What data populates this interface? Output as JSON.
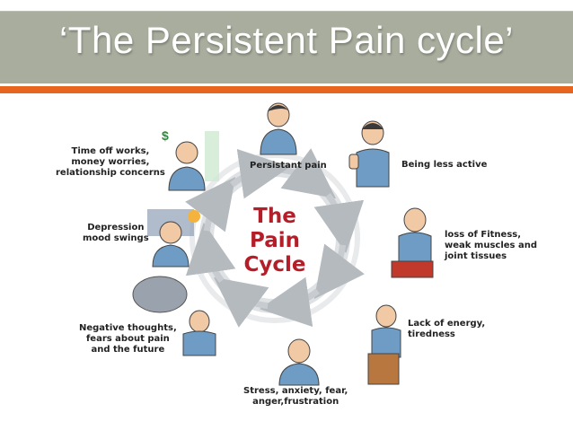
{
  "slide": {
    "title": "‘The Persistent Pain cycle’"
  },
  "diagram": {
    "center_title": "The\nPain\nCycle",
    "stages": [
      {
        "label": "Persistant pain"
      },
      {
        "label": "Being less active"
      },
      {
        "label": "loss of Fitness,\nweak muscles and\njoint tissues"
      },
      {
        "label": "Lack of energy,\ntiredness"
      },
      {
        "label": "Stress, anxiety, fear,\nanger,frustration"
      },
      {
        "label": "Negative thoughts,\nfears about pain\nand the future"
      },
      {
        "label": "Depression\nmood swings"
      },
      {
        "label": "Time off works,\nmoney worries,\nrelationship concerns"
      }
    ]
  },
  "colors": {
    "title_bar": "#a8ad9d",
    "accent": "#e8651f",
    "center_text": "#b41e28",
    "cycle_arrows": "#c8ccd0",
    "shirt": "#6f9cc4"
  }
}
